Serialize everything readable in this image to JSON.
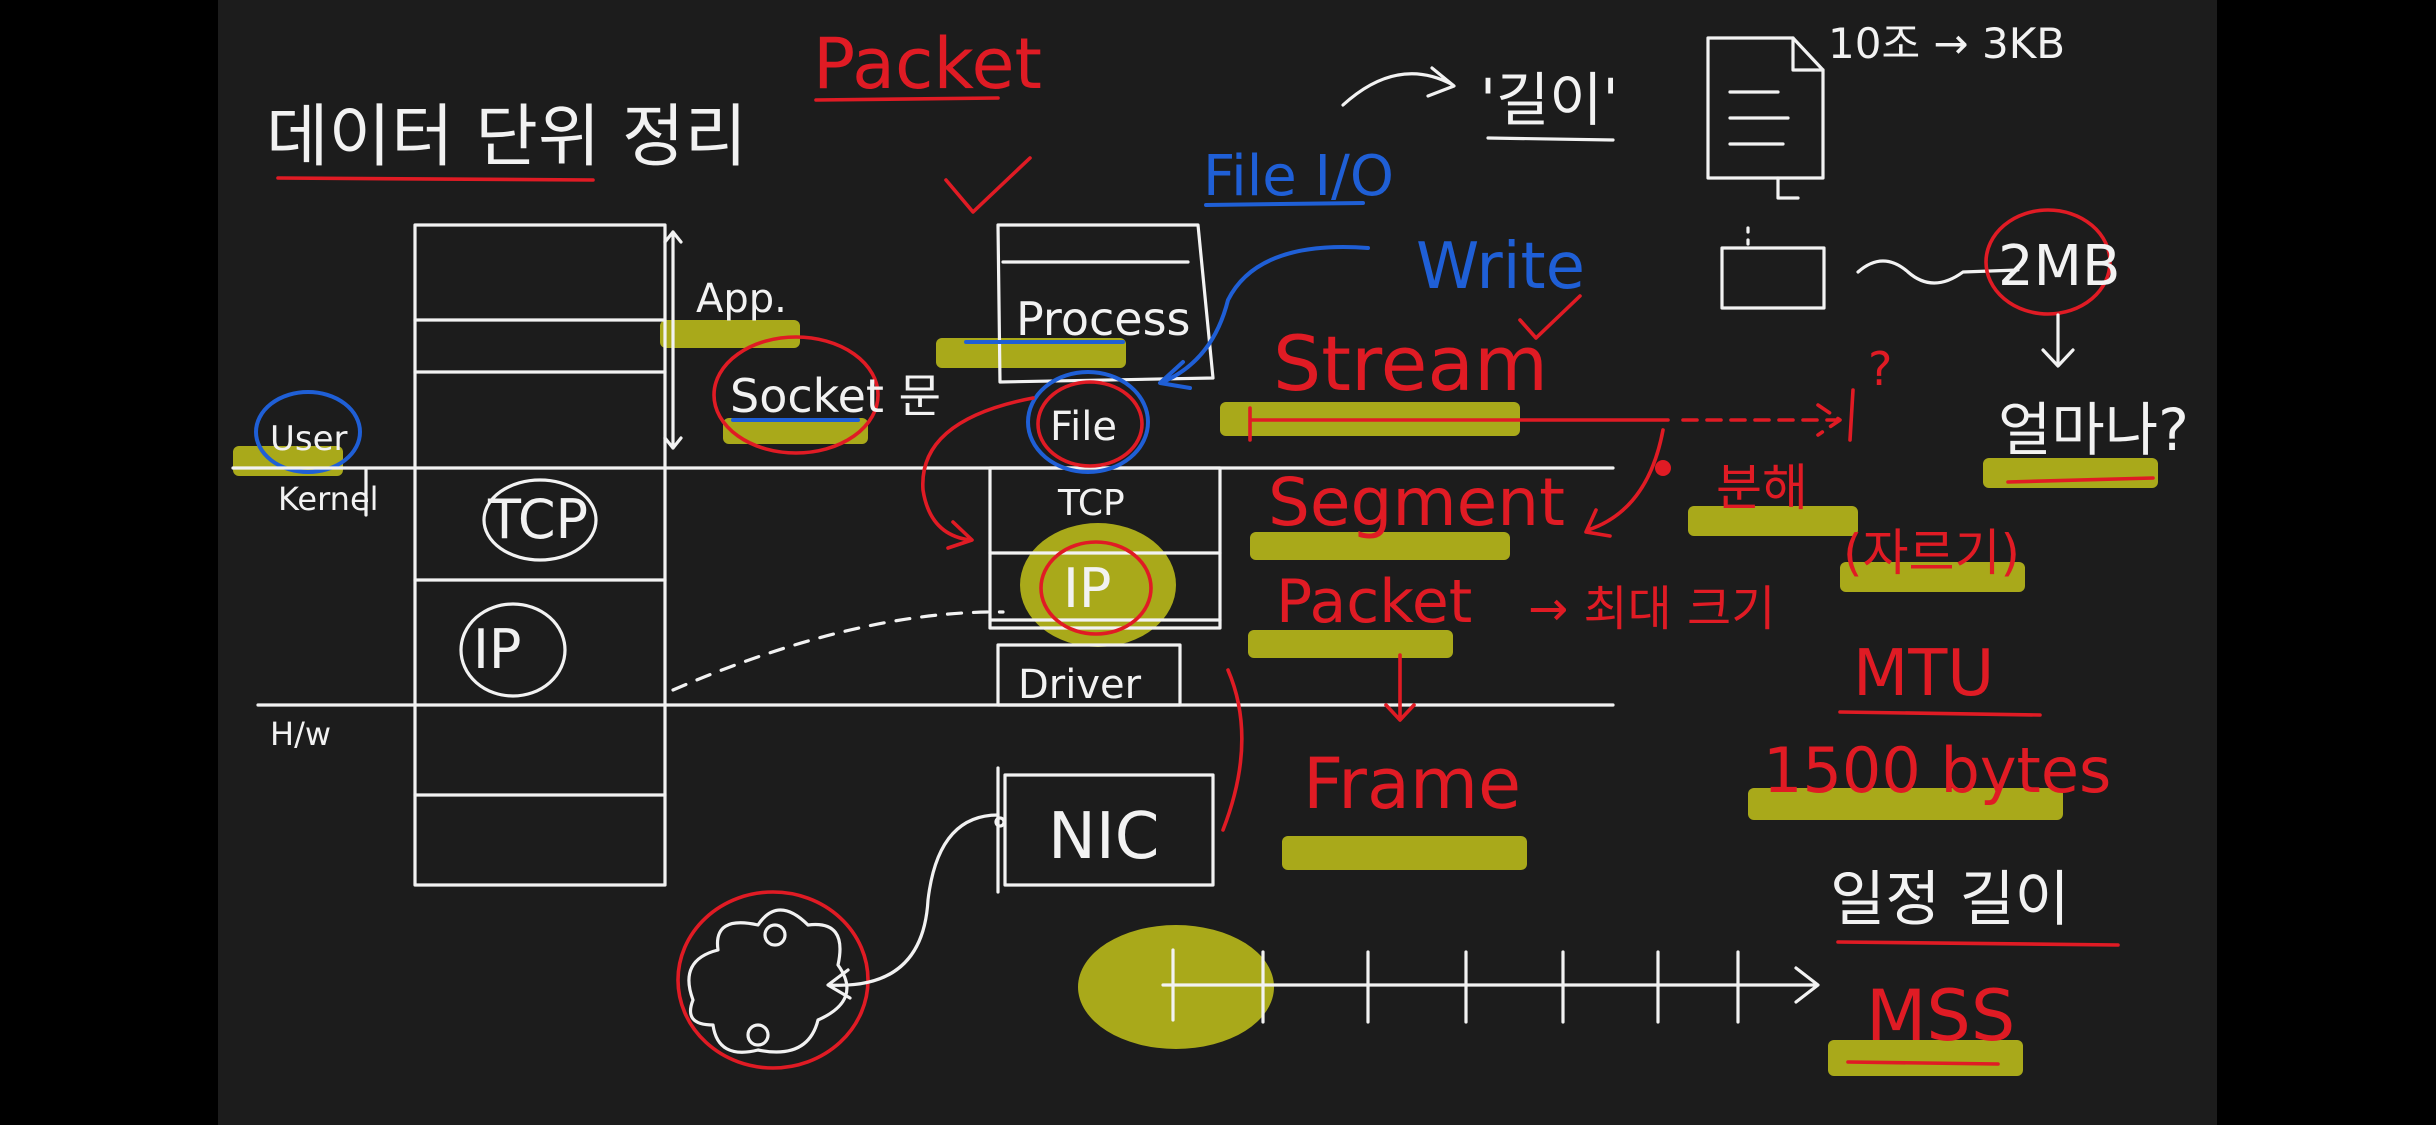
{
  "title": "데이터 단위 정리",
  "header_packet": "Packet",
  "app_label": "App.",
  "socket_label": "Socket 문",
  "user_label": "User",
  "kernel_label": "Kernel",
  "hw_label": "H/w",
  "tcp_label": "TCP",
  "ip_label": "IP",
  "process_label": "Process",
  "file_label": "File",
  "tcp_small_label": "TCP",
  "ip_circle_label": "IP",
  "driver_label": "Driver",
  "nic_label": "NIC",
  "file_io": "File I/O",
  "write": "Write",
  "stream": "Stream",
  "segment": "Segment",
  "packet_mid": "Packet",
  "max_size": "→ 최대 크기",
  "frame": "Frame",
  "split": "분해",
  "cut": "(자르기)",
  "mtu": "MTU",
  "bytes_1500": "1500 bytes",
  "fixed_length": "일정 길이",
  "mss": "MSS",
  "length_top": "'길이'",
  "doc_size": "10조 → 3KB",
  "mb2": "2MB",
  "how_much": "얼마나?",
  "colors": {
    "board": "#1c1c1c",
    "chalk": "#f2f2f2",
    "red": "#e01b24",
    "blue": "#1f5fd6",
    "highlight": "#b5b51a"
  }
}
